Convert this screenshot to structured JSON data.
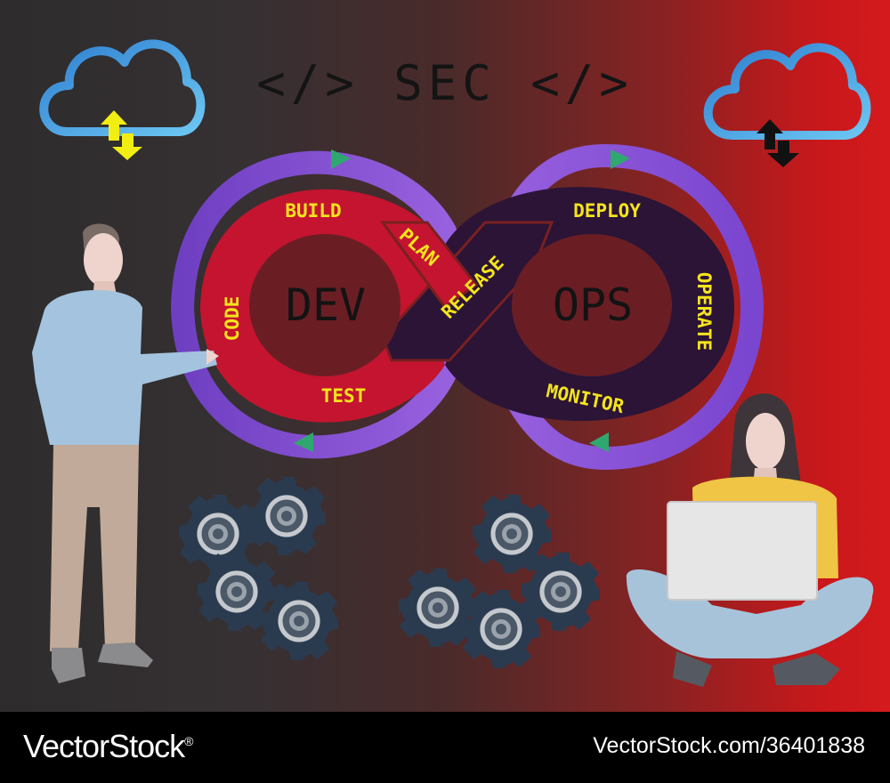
{
  "heading": "</> SEC </>",
  "diagram": {
    "core_left": "DEV",
    "core_right": "OPS",
    "stages": {
      "build": "BUILD",
      "plan": "PLAN",
      "code": "CODE",
      "test": "TEST",
      "release": "RELEASE",
      "deploy": "DEPLOY",
      "operate": "OPERATE",
      "monitor": "MONITOR"
    }
  },
  "icons": [
    "cloud-sync-icon",
    "cloud-sync-icon",
    "gear-icon",
    "person-standing",
    "person-sitting-laptop"
  ],
  "colors": {
    "dev_loop": "#c41430",
    "ops_loop": "#2b1436",
    "ring": "#8a4fd0",
    "stage_text": "#f4e41c",
    "cloud": "#4aa8ea",
    "gear": "#2a3b50"
  },
  "footer": {
    "brand": "VectorStock",
    "registered_mark": "®",
    "stock_id": "VectorStock.com/36401838"
  }
}
